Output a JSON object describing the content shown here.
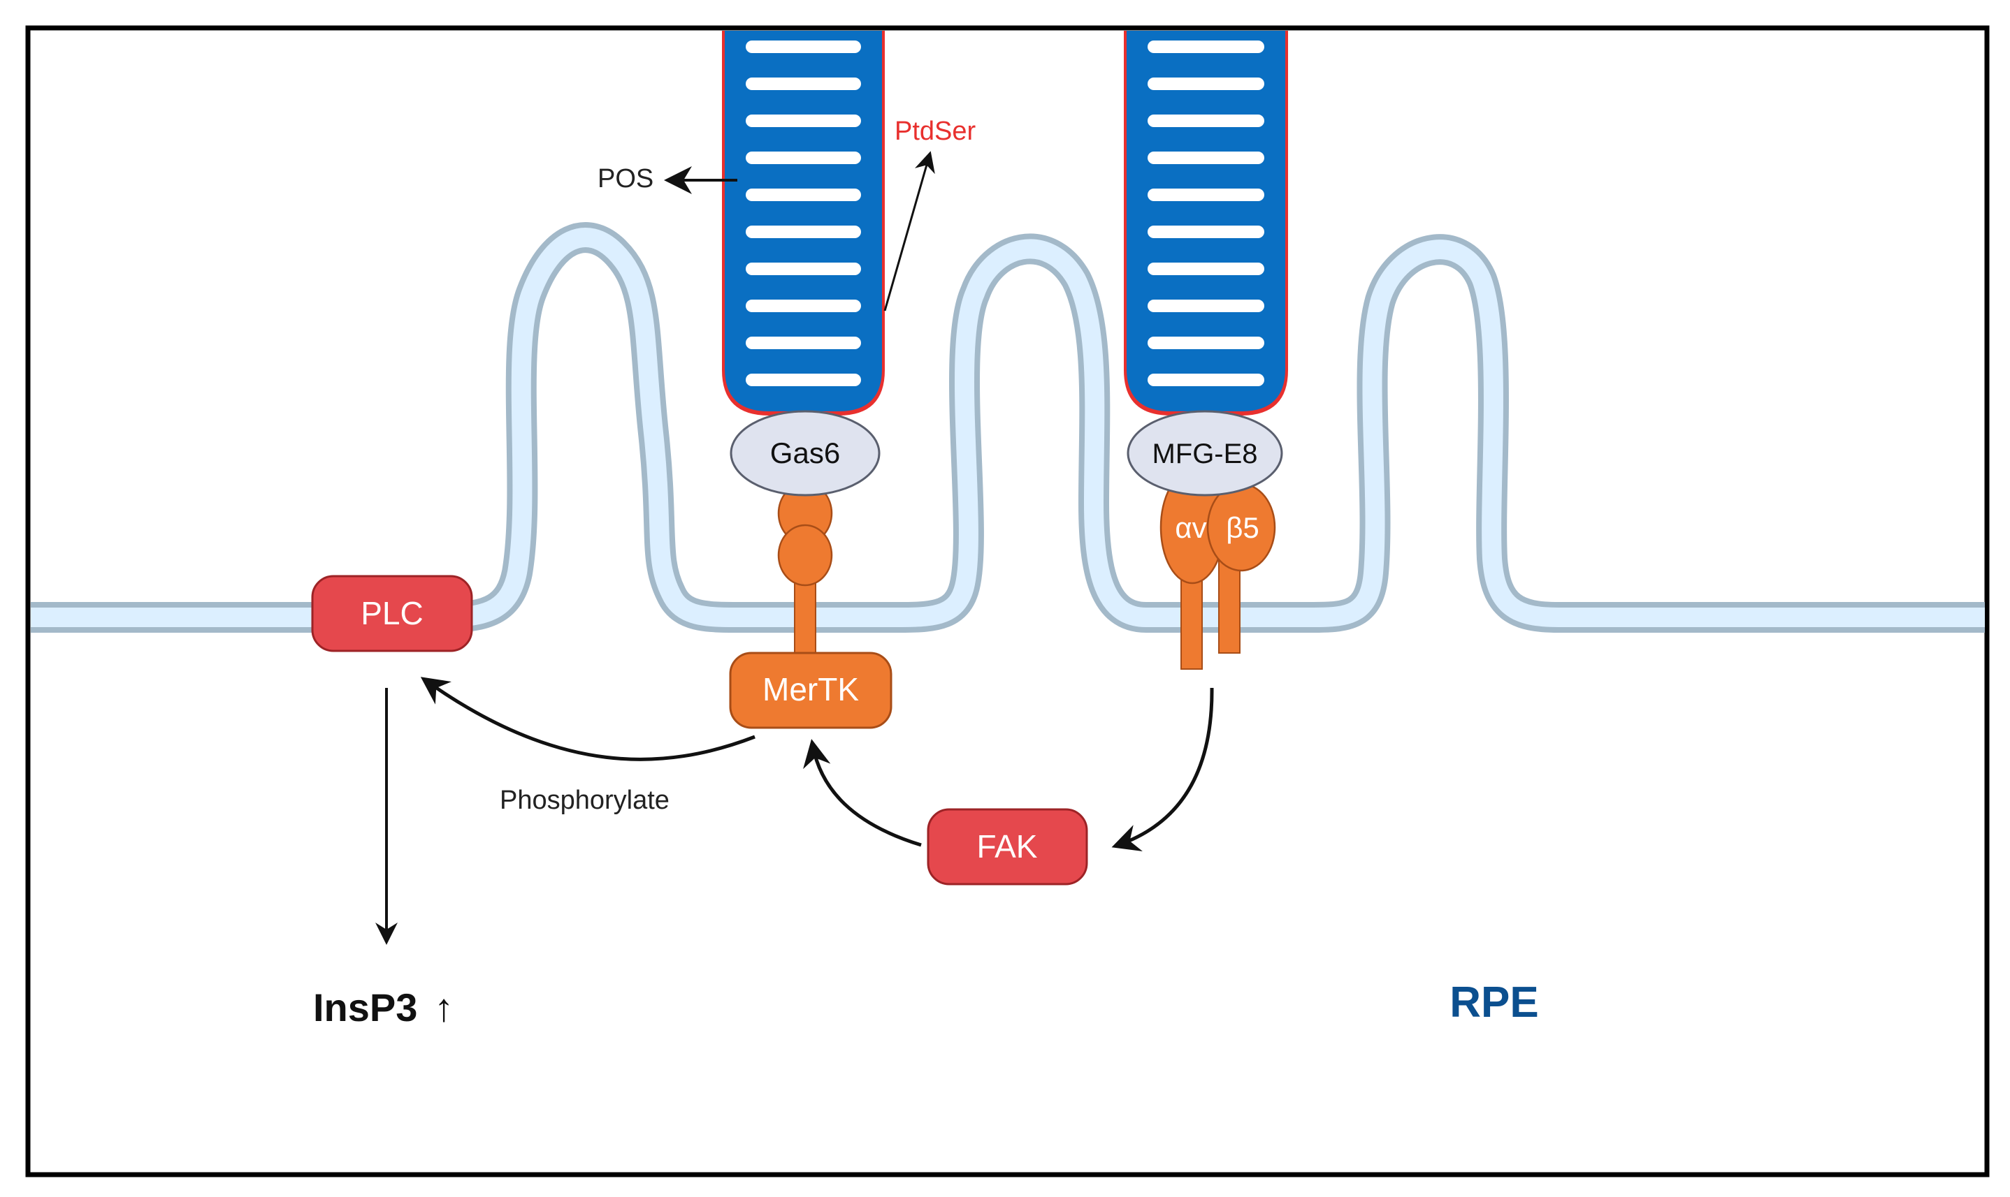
{
  "labels": {
    "pos": "POS",
    "ptdser": "PtdSer",
    "gas6": "Gas6",
    "mfg_e8": "MFG-E8",
    "alpha_v": "αv",
    "beta5": "β5",
    "plc": "PLC",
    "mertk": "MerTK",
    "fak": "FAK",
    "phosphorylate": "Phosphorylate",
    "insp3": "InsP3",
    "insp3_arrow": "↑",
    "rpe": "RPE"
  },
  "colors": {
    "pos_blue": "#0a6fc2",
    "pos_stripe": "#ffffff",
    "ptdser_red": "#e8302e",
    "membrane_fill": "#dcefff",
    "membrane_edge": "#a3b9c9",
    "ligand_fill": "#dfe3ef",
    "receptor_orange": "#ee7a30",
    "kinase_red": "#e5484d",
    "rpe_blue": "#0b4f8f",
    "frame": "#000000"
  }
}
